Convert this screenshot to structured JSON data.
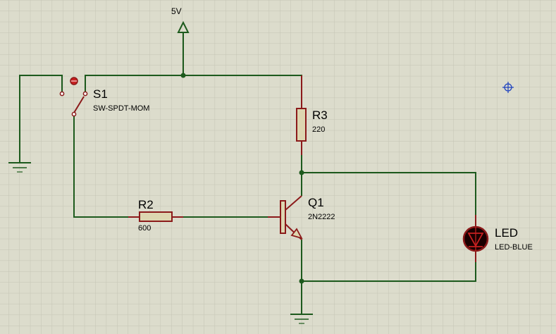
{
  "app": {
    "name": "schematic-capture"
  },
  "colors": {
    "background": "#dcdccc",
    "grid": "#c4c4b4",
    "grid_major": "#b6b6a6",
    "wire": "#1d5a1d",
    "component": "#8b1a1a",
    "body_fill": "#ddd6b0",
    "junction": "#1d5a1d",
    "text": "#000000",
    "power": "#1d5a1d",
    "cursor": "#1a3fbf",
    "led_fill": "#1a0000"
  },
  "power": {
    "label": "5V",
    "icon": "power-terminal-arrow"
  },
  "components": {
    "s1": {
      "ref": "S1",
      "value": "SW-SPDT-MOM"
    },
    "r2": {
      "ref": "R2",
      "value": "600"
    },
    "r3": {
      "ref": "R3",
      "value": "220"
    },
    "q1": {
      "ref": "Q1",
      "value": "2N2222"
    },
    "led": {
      "ref": "LED",
      "value": "LED-BLUE"
    }
  }
}
